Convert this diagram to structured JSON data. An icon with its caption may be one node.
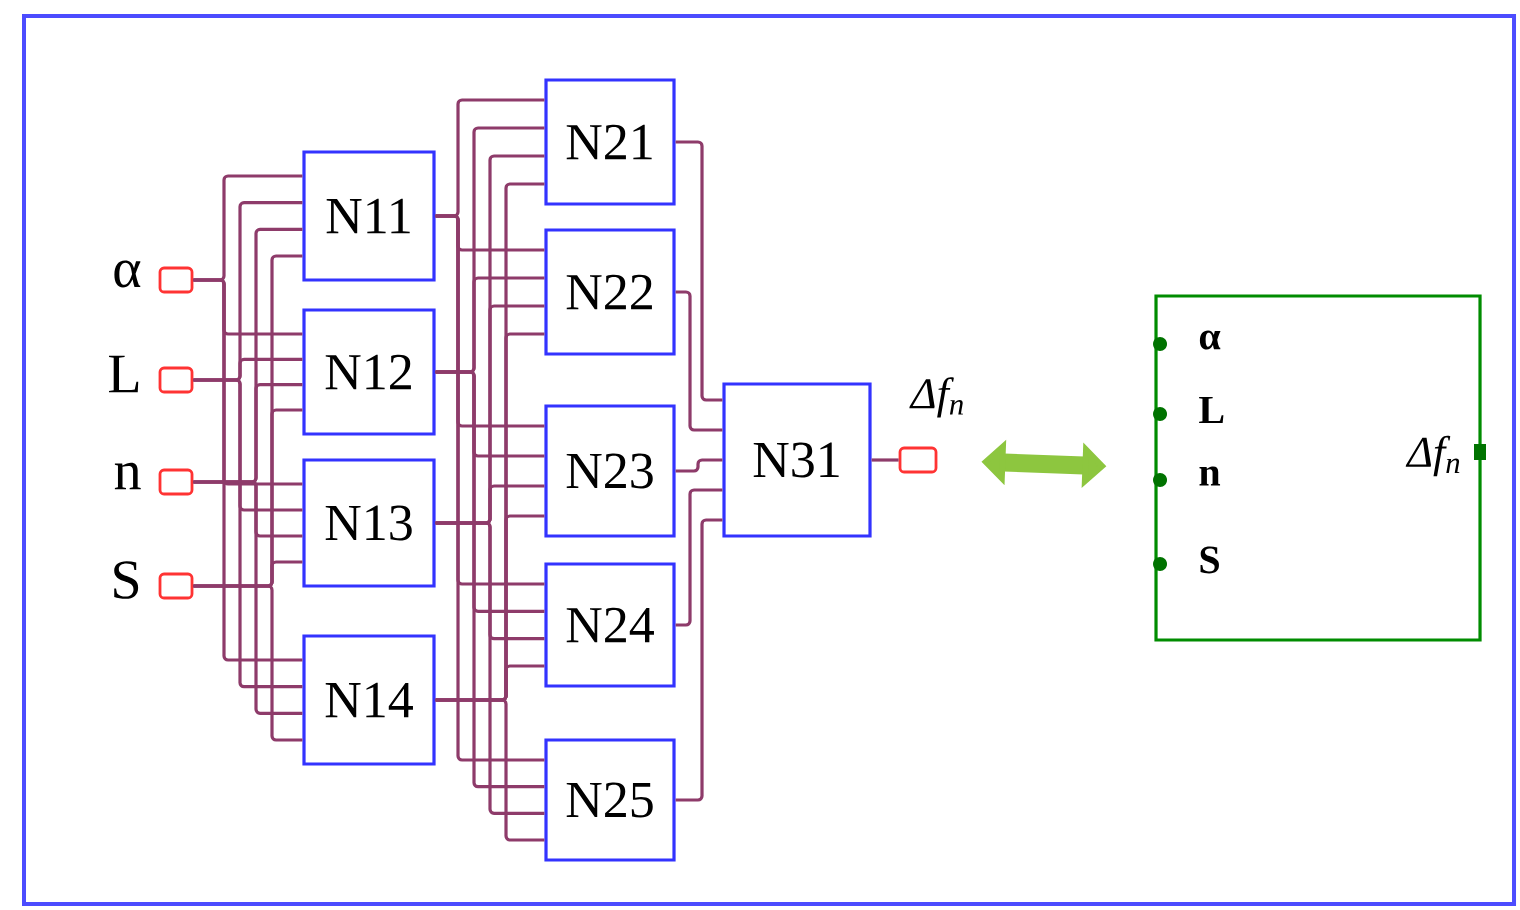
{
  "diagram": {
    "nodes": [
      {
        "text": [
          "α"
        ]
      },
      {
        "text": [
          "L"
        ]
      },
      {
        "text": [
          "n"
        ]
      },
      {
        "text": [
          "S"
        ]
      },
      {
        "text": [
          "N11"
        ]
      },
      {
        "text": [
          "N12"
        ]
      },
      {
        "text": [
          "N13"
        ]
      },
      {
        "text": [
          "N14"
        ]
      },
      {
        "text": [
          "N21"
        ]
      },
      {
        "text": [
          "N22"
        ]
      },
      {
        "text": [
          "N23"
        ]
      },
      {
        "text": [
          "N24"
        ]
      },
      {
        "text": [
          "N25"
        ]
      },
      {
        "text": [
          "N31"
        ]
      },
      {
        "text": [
          "Δf$_{n}$"
        ]
      },
      {
        "text": [
          "α",
          "L",
          "n",
          "S",
          "Δf$_{n}$"
        ]
      }
    ],
    "edges": [
      {
        "from": 0,
        "to": 4,
        "arrow": "none"
      },
      {
        "from": 0,
        "to": 5,
        "arrow": "none"
      },
      {
        "from": 0,
        "to": 6,
        "arrow": "none"
      },
      {
        "from": 0,
        "to": 7,
        "arrow": "none"
      },
      {
        "from": 1,
        "to": 4,
        "arrow": "none"
      },
      {
        "from": 1,
        "to": 5,
        "arrow": "none"
      },
      {
        "from": 1,
        "to": 6,
        "arrow": "none"
      },
      {
        "from": 1,
        "to": 7,
        "arrow": "none"
      },
      {
        "from": 2,
        "to": 4,
        "arrow": "none"
      },
      {
        "from": 2,
        "to": 5,
        "arrow": "none"
      },
      {
        "from": 2,
        "to": 6,
        "arrow": "none"
      },
      {
        "from": 2,
        "to": 7,
        "arrow": "none"
      },
      {
        "from": 3,
        "to": 4,
        "arrow": "none"
      },
      {
        "from": 3,
        "to": 5,
        "arrow": "none"
      },
      {
        "from": 3,
        "to": 6,
        "arrow": "none"
      },
      {
        "from": 3,
        "to": 7,
        "arrow": "none"
      },
      {
        "from": 4,
        "to": 8,
        "arrow": "none"
      },
      {
        "from": 4,
        "to": 9,
        "arrow": "none"
      },
      {
        "from": 4,
        "to": 10,
        "arrow": "none"
      },
      {
        "from": 4,
        "to": 11,
        "arrow": "none"
      },
      {
        "from": 4,
        "to": 12,
        "arrow": "none"
      },
      {
        "from": 5,
        "to": 8,
        "arrow": "none"
      },
      {
        "from": 5,
        "to": 9,
        "arrow": "none"
      },
      {
        "from": 5,
        "to": 10,
        "arrow": "none"
      },
      {
        "from": 5,
        "to": 11,
        "arrow": "none"
      },
      {
        "from": 5,
        "to": 12,
        "arrow": "none"
      },
      {
        "from": 6,
        "to": 8,
        "arrow": "none"
      },
      {
        "from": 6,
        "to": 9,
        "arrow": "none"
      },
      {
        "from": 6,
        "to": 10,
        "arrow": "none"
      },
      {
        "from": 6,
        "to": 11,
        "arrow": "none"
      },
      {
        "from": 6,
        "to": 12,
        "arrow": "none"
      },
      {
        "from": 7,
        "to": 8,
        "arrow": "none"
      },
      {
        "from": 7,
        "to": 9,
        "arrow": "none"
      },
      {
        "from": 7,
        "to": 10,
        "arrow": "none"
      },
      {
        "from": 7,
        "to": 11,
        "arrow": "none"
      },
      {
        "from": 7,
        "to": 12,
        "arrow": "none"
      },
      {
        "from": 8,
        "to": 13,
        "arrow": "none"
      },
      {
        "from": 9,
        "to": 13,
        "arrow": "none"
      },
      {
        "from": 10,
        "to": 13,
        "arrow": "none"
      },
      {
        "from": 11,
        "to": 13,
        "arrow": "none"
      },
      {
        "from": 12,
        "to": 13,
        "arrow": "none"
      },
      {
        "from": 13,
        "to": 14,
        "arrow": "none"
      },
      {
        "from": 14,
        "to": 15,
        "arrow": "both",
        "style": "thick",
        "color": "#8dc63f"
      }
    ]
  }
}
